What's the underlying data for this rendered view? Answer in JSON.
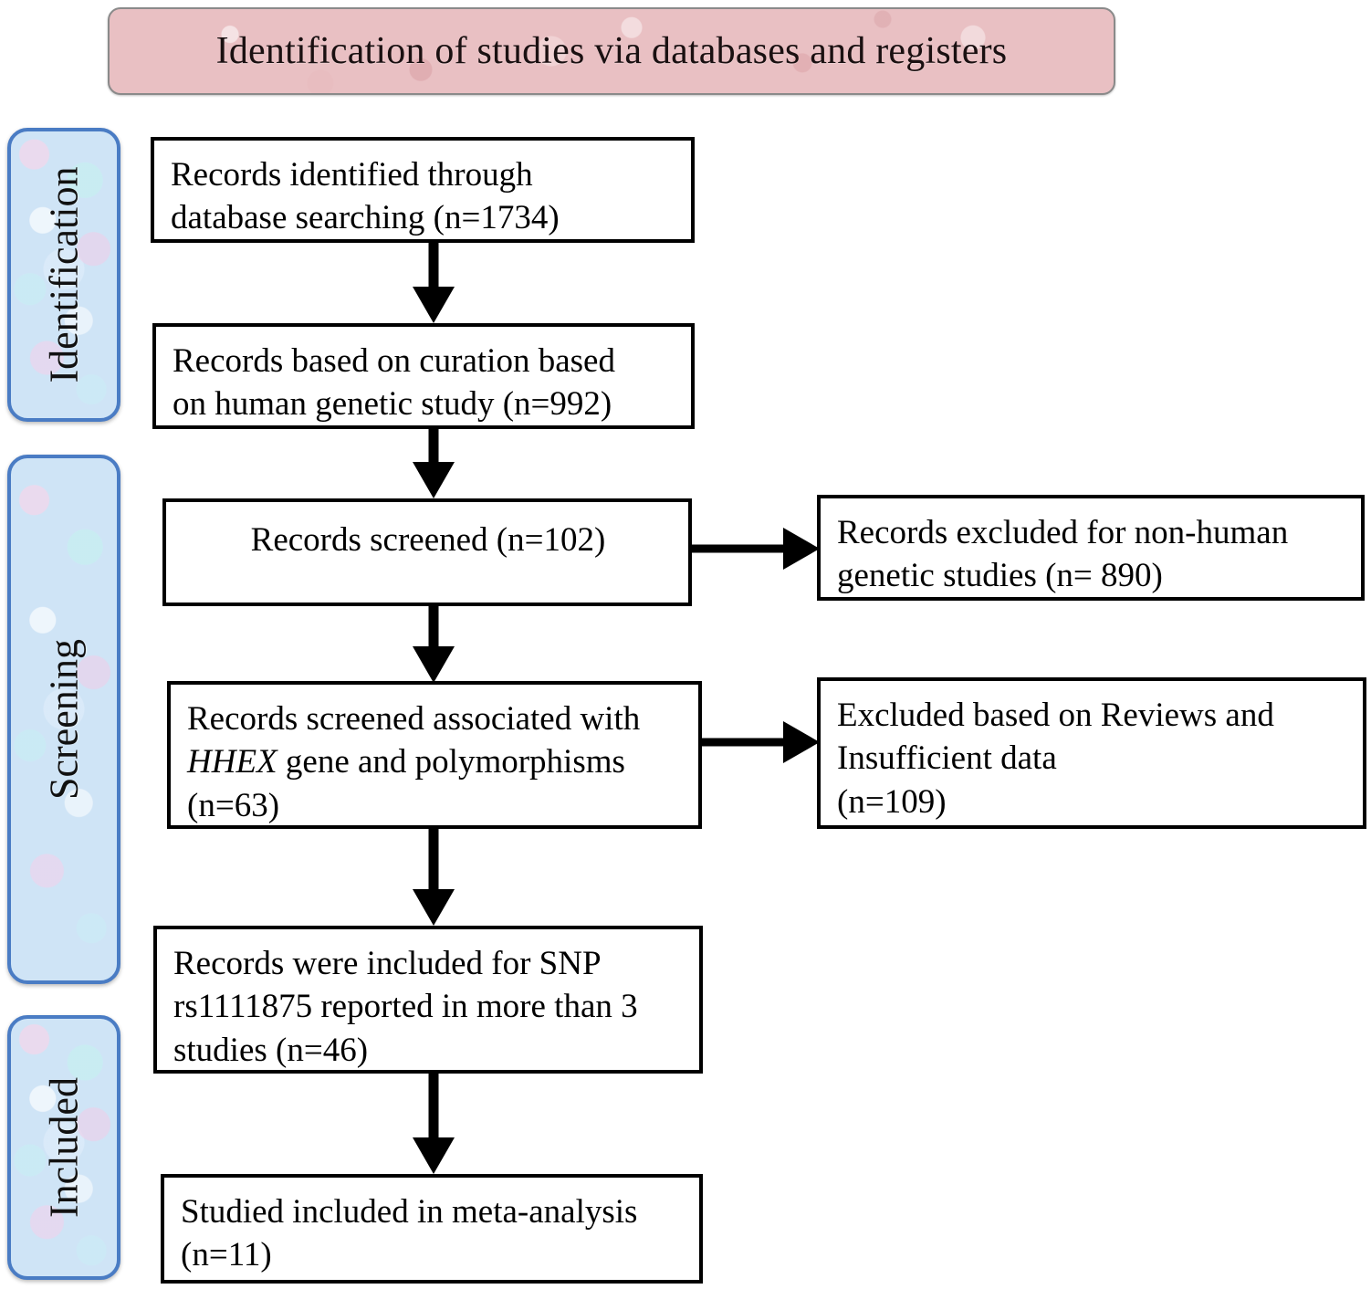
{
  "banner": {
    "title": "Identification of studies via databases and registers",
    "bg_color": "#e9c0c3",
    "border_color": "#8a8a8a"
  },
  "rails": {
    "border_color": "#4a7cc4",
    "fill_color": "#cfe4f6",
    "items": [
      {
        "label": "Identification"
      },
      {
        "label": "Screening"
      },
      {
        "label": "Included"
      }
    ]
  },
  "flow": {
    "boxes": [
      {
        "id": "records-identified",
        "text": "Records identified through\ndatabase searching  (n=1734)",
        "count": 1734
      },
      {
        "id": "records-curated",
        "text": "Records based on curation based\non human genetic study (n=992)",
        "count": 992
      },
      {
        "id": "records-screened",
        "text": "Records screened (n=102)",
        "count": 102
      },
      {
        "id": "records-excluded-nonhuman",
        "text": "Records excluded for non-human\ngenetic studies (n= 890)",
        "count": 890
      },
      {
        "id": "records-hhex",
        "text_before_gene": "Records screened associated with\n",
        "gene": "HHEX",
        "text_after_gene": " gene and polymorphisms\n(n=63)",
        "count": 63
      },
      {
        "id": "excluded-reviews",
        "text": "Excluded based on Reviews and\nInsufficient data\n (n=109)",
        "count": 109
      },
      {
        "id": "records-snp-included",
        "text": "Records were included for SNP\nrs1111875 reported in more than 3\nstudies  (n=46)",
        "count": 46
      },
      {
        "id": "studies-meta-analysis",
        "text": "Studied included in meta-analysis\n(n=11)",
        "count": 11
      }
    ]
  }
}
